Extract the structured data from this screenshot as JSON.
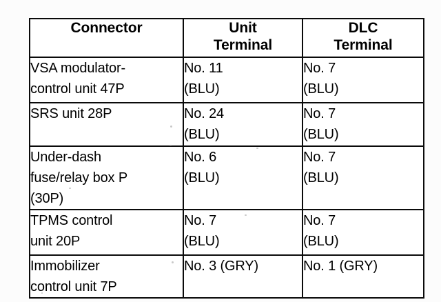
{
  "document": {
    "type": "scanned-service-manual-table",
    "title": "Connector terminal reference table"
  },
  "table": {
    "headers": [
      {
        "lines": [
          "Connector"
        ]
      },
      {
        "lines": [
          "Unit",
          "Terminal"
        ]
      },
      {
        "lines": [
          "DLC",
          "Terminal"
        ]
      }
    ],
    "rows": [
      {
        "connector": [
          "VSA modulator-",
          "control unit 47P"
        ],
        "unit_terminal": [
          "No. 11",
          "(BLU)"
        ],
        "dlc_terminal": [
          "No. 7",
          "(BLU)"
        ]
      },
      {
        "connector": [
          "SRS unit 28P"
        ],
        "unit_terminal": [
          "No. 24",
          "(BLU)"
        ],
        "dlc_terminal": [
          "No. 7",
          "(BLU)"
        ]
      },
      {
        "connector": [
          "Under-dash",
          "fuse/relay box P",
          "(30P)"
        ],
        "unit_terminal": [
          "No. 6",
          "(BLU)"
        ],
        "dlc_terminal": [
          "No. 7",
          "(BLU)"
        ]
      },
      {
        "connector": [
          "TPMS control",
          "unit 20P"
        ],
        "unit_terminal": [
          "No. 7",
          "(BLU)"
        ],
        "dlc_terminal": [
          "No. 7",
          "(BLU)"
        ]
      },
      {
        "connector": [
          "Immobilizer",
          "control unit 7P"
        ],
        "unit_terminal": [
          "No. 3 (GRY)"
        ],
        "dlc_terminal": [
          "No. 1 (GRY)"
        ]
      }
    ]
  },
  "colors": {
    "page_background": "#fcfcfc",
    "cell_background": "#ffffff",
    "border": "#0a0a0a",
    "text": "#000000"
  }
}
